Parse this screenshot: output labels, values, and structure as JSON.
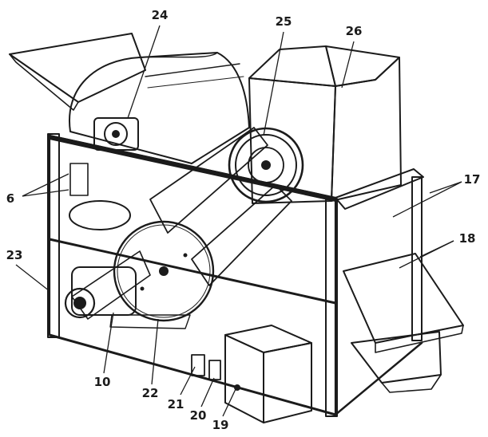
{
  "figure": {
    "labels": {
      "l24": "24",
      "l25": "25",
      "l26": "26",
      "l6": "6",
      "l17": "17",
      "l18": "18",
      "l23": "23",
      "l10": "10",
      "l22": "22",
      "l21": "21",
      "l20": "20",
      "l19": "19"
    }
  }
}
